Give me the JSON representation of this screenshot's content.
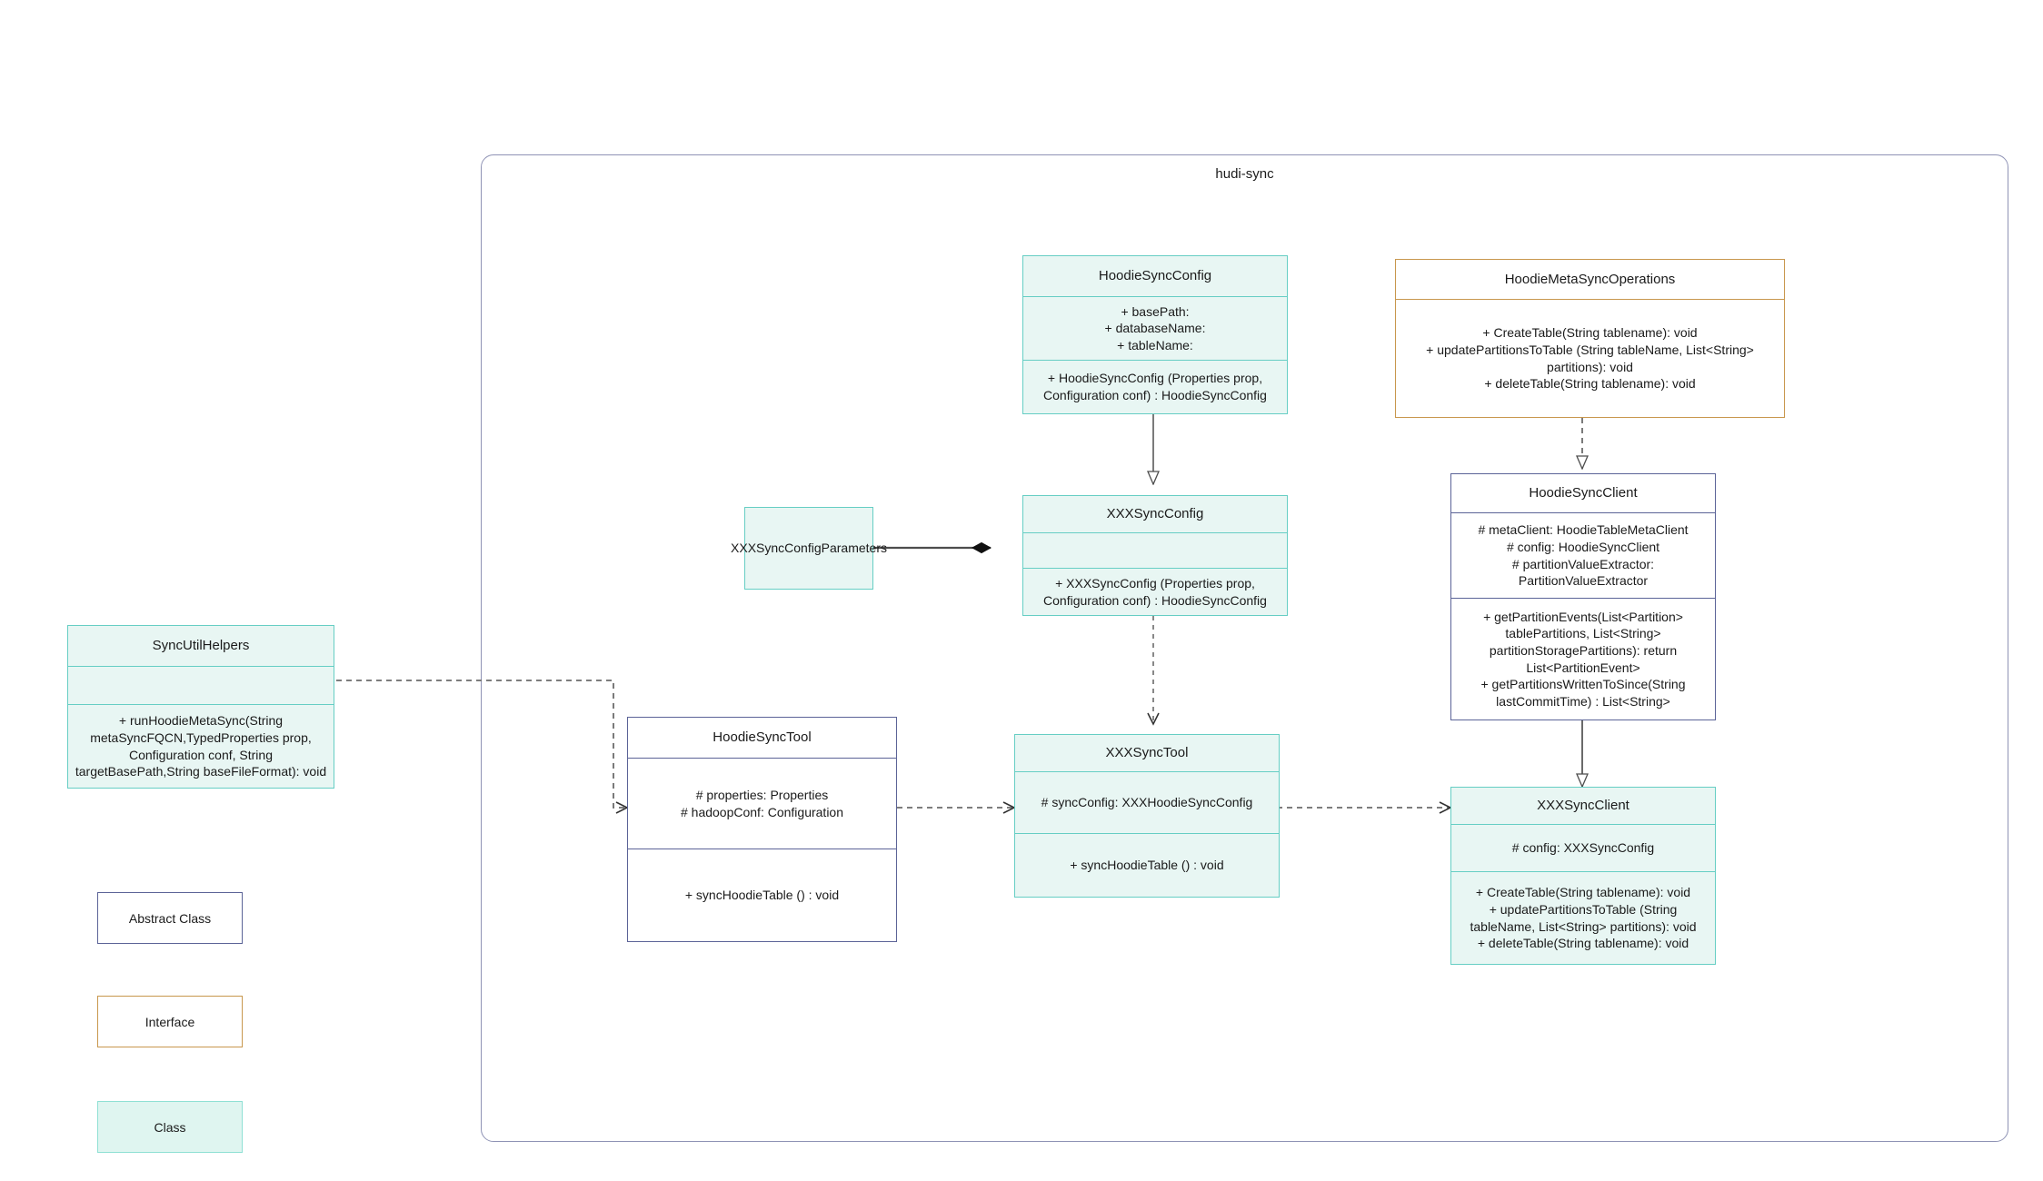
{
  "package": {
    "title": "hudi-sync"
  },
  "nodes": {
    "hoodie_sync_config": {
      "name": "HoodieSyncConfig",
      "stereotype": "class",
      "attributes": "+    basePath:\n+   databaseName:\n+    tableName:",
      "operations": "+   HoodieSyncConfig (Properties prop, Configuration conf) : HoodieSyncConfig"
    },
    "hoodie_meta_sync_operations": {
      "name": "HoodieMetaSyncOperations",
      "stereotype": "interface",
      "operations": "+    CreateTable(String tablename): void\n+   updatePartitionsToTable (String tableName, List<String> partitions): void\n+    deleteTable(String tablename): void"
    },
    "xxx_sync_config_parameters": {
      "name": "XXXSyncConfigParameters",
      "stereotype": "class"
    },
    "xxx_sync_config": {
      "name": "XXXSyncConfig",
      "stereotype": "class",
      "attributes": "",
      "operations": "+   XXXSyncConfig (Properties prop, Configuration conf) : HoodieSyncConfig"
    },
    "hoodie_sync_client": {
      "name": "HoodieSyncClient",
      "stereotype": "abstract",
      "attributes": "#   metaClient: HoodieTableMetaClient\n#   config: HoodieSyncClient\n#    partitionValueExtractor: PartitionValueExtractor",
      "operations": "+   getPartitionEvents(List<Partition> tablePartitions, List<String> partitionStoragePartitions): return List<PartitionEvent>\n+   getPartitionsWrittenToSince(String lastCommitTime) : List<String>"
    },
    "sync_util_helpers": {
      "name": "SyncUtilHelpers",
      "stereotype": "class",
      "attributes": "",
      "operations": "+     runHoodieMetaSync(String metaSyncFQCN,TypedProperties prop, Configuration conf, String targetBasePath,String baseFileFormat): void"
    },
    "hoodie_sync_tool": {
      "name": "HoodieSyncTool",
      "stereotype": "abstract",
      "attributes": "#   properties: Properties\n#   hadoopConf: Configuration",
      "operations": "+   syncHoodieTable () : void"
    },
    "xxx_sync_tool": {
      "name": "XXXSyncTool",
      "stereotype": "class",
      "attributes": "#  syncConfig: XXXHoodieSyncConfig",
      "operations": "+  syncHoodieTable () : void"
    },
    "xxx_sync_client": {
      "name": "XXXSyncClient",
      "stereotype": "class",
      "attributes": "#   config: XXXSyncConfig",
      "operations": "+    CreateTable(String tablename): void\n+    updatePartitionsToTable (String tableName, List<String> partitions): void\n+    deleteTable(String tablename): void"
    }
  },
  "legend": {
    "abstract_label": "Abstract Class",
    "interface_label": "Interface",
    "class_label": "Class"
  },
  "colors": {
    "class_border": "#66cec4",
    "class_fill": "#e8f6f3",
    "abstract_border": "#5b6397",
    "interface_border": "#c8974d",
    "package_border": "#8f93b5",
    "edge": "#4d4d4d"
  }
}
